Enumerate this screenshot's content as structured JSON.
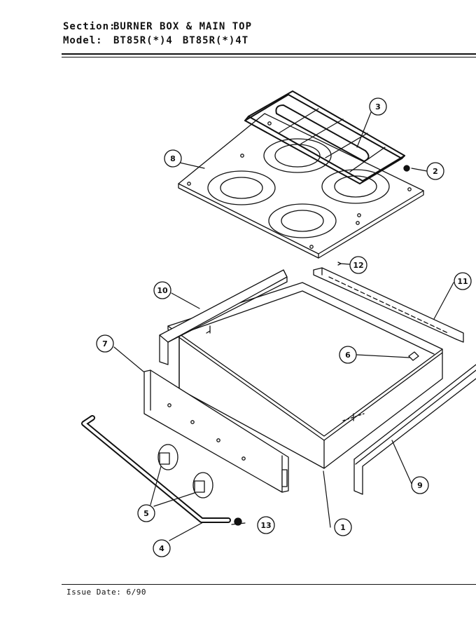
{
  "header": {
    "section_label": "Section:",
    "section_value": "BURNER BOX & MAIN TOP",
    "model_label": "Model:",
    "model_value_1": "BT85R(*)4",
    "model_value_2": "BT85R(*)4T"
  },
  "callouts": [
    "1",
    "2",
    "3",
    "4",
    "5",
    "6",
    "7",
    "8",
    "9",
    "10",
    "11",
    "12",
    "13"
  ],
  "footer": {
    "issue_date": "Issue Date: 6/90"
  }
}
